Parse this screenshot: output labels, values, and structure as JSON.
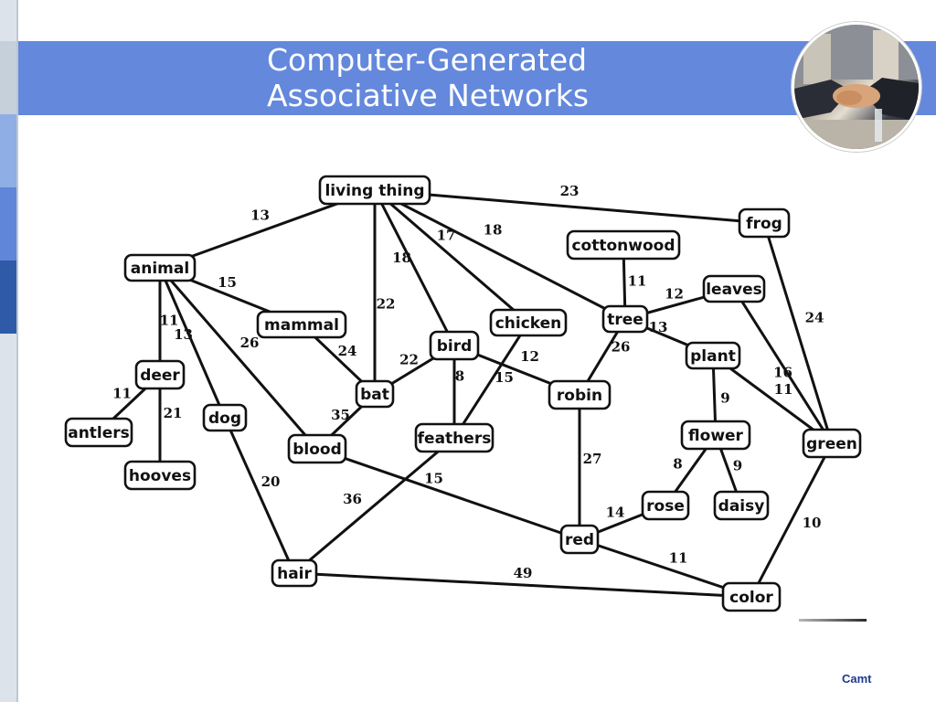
{
  "title": {
    "line1": "Computer-Generated",
    "line2": "Associative Networks"
  },
  "photo_icon": "handshake-photo",
  "footer": {
    "label": "Camt"
  },
  "nodes": [
    {
      "id": "living-thing",
      "label": "living thing"
    },
    {
      "id": "frog",
      "label": "frog"
    },
    {
      "id": "animal",
      "label": "animal"
    },
    {
      "id": "cottonwood",
      "label": "cottonwood"
    },
    {
      "id": "leaves",
      "label": "leaves"
    },
    {
      "id": "mammal",
      "label": "mammal"
    },
    {
      "id": "chicken",
      "label": "chicken"
    },
    {
      "id": "tree",
      "label": "tree"
    },
    {
      "id": "bird",
      "label": "bird"
    },
    {
      "id": "plant",
      "label": "plant"
    },
    {
      "id": "deer",
      "label": "deer"
    },
    {
      "id": "bat",
      "label": "bat"
    },
    {
      "id": "robin",
      "label": "robin"
    },
    {
      "id": "antlers",
      "label": "antlers"
    },
    {
      "id": "dog",
      "label": "dog"
    },
    {
      "id": "flower",
      "label": "flower"
    },
    {
      "id": "feathers",
      "label": "feathers"
    },
    {
      "id": "blood",
      "label": "blood"
    },
    {
      "id": "green",
      "label": "green"
    },
    {
      "id": "hooves",
      "label": "hooves"
    },
    {
      "id": "rose",
      "label": "rose"
    },
    {
      "id": "daisy",
      "label": "daisy"
    },
    {
      "id": "red",
      "label": "red"
    },
    {
      "id": "hair",
      "label": "hair"
    },
    {
      "id": "color",
      "label": "color"
    }
  ],
  "edges": [
    {
      "from": "living-thing",
      "to": "frog",
      "weight": "23"
    },
    {
      "from": "living-thing",
      "to": "animal",
      "weight": "13"
    },
    {
      "from": "living-thing",
      "to": "bat",
      "weight": "22"
    },
    {
      "from": "living-thing",
      "to": "bird",
      "weight": "18"
    },
    {
      "from": "living-thing",
      "to": "chicken",
      "weight": "17"
    },
    {
      "from": "living-thing",
      "to": "tree",
      "weight": "18"
    },
    {
      "from": "animal",
      "to": "mammal",
      "weight": "15"
    },
    {
      "from": "animal",
      "to": "deer",
      "weight": "11"
    },
    {
      "from": "animal",
      "to": "dog",
      "weight": "13"
    },
    {
      "from": "animal",
      "to": "blood",
      "weight": "26"
    },
    {
      "from": "mammal",
      "to": "bat",
      "weight": "24"
    },
    {
      "from": "bird",
      "to": "bat",
      "weight": "22"
    },
    {
      "from": "bat",
      "to": "blood",
      "weight": "35"
    },
    {
      "from": "bird",
      "to": "feathers",
      "weight": "8"
    },
    {
      "from": "bird",
      "to": "robin",
      "weight": "12"
    },
    {
      "from": "chicken",
      "to": "feathers",
      "weight": "15"
    },
    {
      "from": "cottonwood",
      "to": "tree",
      "weight": "11"
    },
    {
      "from": "tree",
      "to": "leaves",
      "weight": "12"
    },
    {
      "from": "tree",
      "to": "plant",
      "weight": "13"
    },
    {
      "from": "tree",
      "to": "robin",
      "weight": "26"
    },
    {
      "from": "frog",
      "to": "green",
      "weight": "24"
    },
    {
      "from": "leaves",
      "to": "green",
      "weight": "16"
    },
    {
      "from": "plant",
      "to": "green",
      "weight": "11"
    },
    {
      "from": "plant",
      "to": "flower",
      "weight": "9"
    },
    {
      "from": "flower",
      "to": "rose",
      "weight": "8"
    },
    {
      "from": "flower",
      "to": "daisy",
      "weight": "9"
    },
    {
      "from": "deer",
      "to": "antlers",
      "weight": "11"
    },
    {
      "from": "deer",
      "to": "hooves",
      "weight": "21"
    },
    {
      "from": "dog",
      "to": "hair",
      "weight": "20"
    },
    {
      "from": "feathers",
      "to": "hair",
      "weight": "36"
    },
    {
      "from": "blood",
      "to": "red",
      "weight": "15"
    },
    {
      "from": "robin",
      "to": "red",
      "weight": "27"
    },
    {
      "from": "rose",
      "to": "red",
      "weight": "14"
    },
    {
      "from": "red",
      "to": "color",
      "weight": "11"
    },
    {
      "from": "green",
      "to": "color",
      "weight": "10"
    },
    {
      "from": "hair",
      "to": "color",
      "weight": "49"
    }
  ]
}
